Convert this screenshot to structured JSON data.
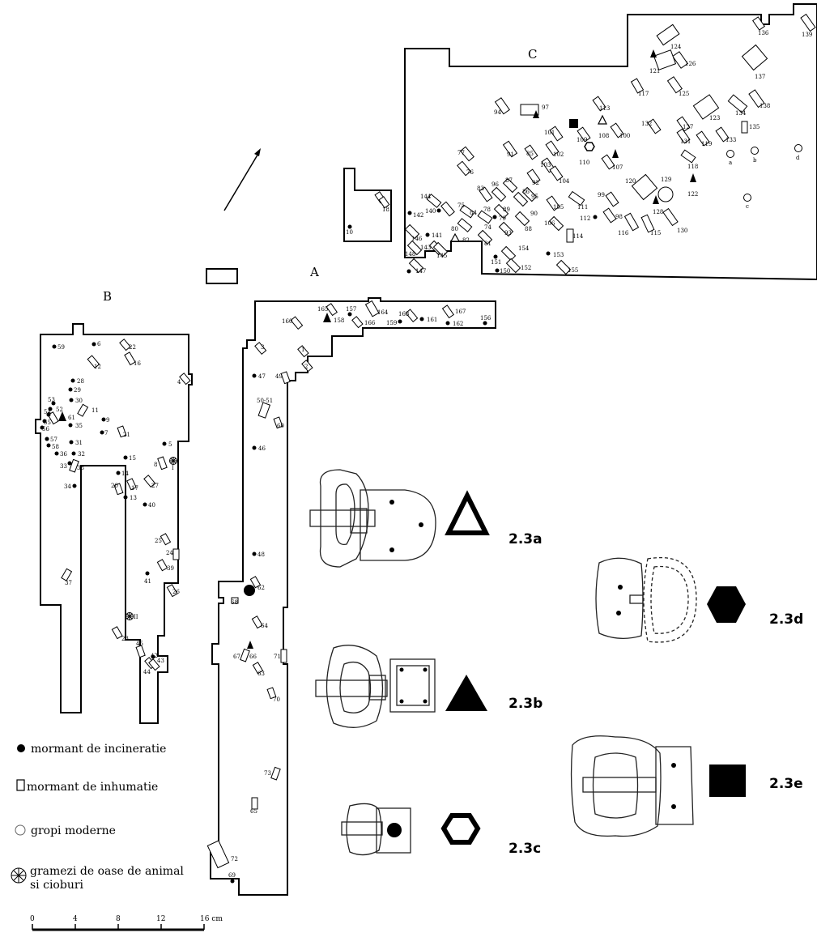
{
  "zones": {
    "a": "A",
    "b": "B",
    "c": "C"
  },
  "legend": {
    "cremation": "mormant de incineratie",
    "inhumation": "mormant de inhumatie",
    "modern_pits": "gropi moderne",
    "bone_heaps_l1": "gramezi de oase de animal",
    "bone_heaps_l2": "si cioburi"
  },
  "scale": {
    "ticks": [
      "0",
      "4",
      "8",
      "12",
      "16 cm"
    ]
  },
  "types": {
    "a": "2.3a",
    "b": "2.3b",
    "c": "2.3c",
    "d": "2.3d",
    "e": "2.3e"
  },
  "symbol_icons": {
    "2.3a": "hollow-triangle-icon",
    "2.3b": "solid-triangle-icon",
    "2.3c": "hollow-hexagon-icon",
    "2.3d": "solid-hexagon-icon",
    "2.3e": "solid-square-icon"
  },
  "c_numbers": [
    "136",
    "139",
    "124",
    "126",
    "121",
    "137",
    "117",
    "125",
    "134",
    "138",
    "94",
    "97",
    "113",
    "123",
    "132",
    "127",
    "135",
    "101",
    "109",
    "108",
    "100",
    "131",
    "119",
    "133",
    "102",
    "110",
    "107",
    "91",
    "85",
    "118",
    "77",
    "76",
    "103",
    "92",
    "104",
    "120",
    "129",
    "122",
    "87",
    "96",
    "83",
    "86",
    "95",
    "99",
    "111",
    "128",
    "144",
    "140",
    "75",
    "84",
    "78",
    "89",
    "79",
    "74",
    "90",
    "88",
    "105",
    "106",
    "98",
    "112",
    "116",
    "115",
    "130",
    "142",
    "146",
    "141",
    "80",
    "82",
    "81",
    "93",
    "114",
    "143",
    "145",
    "154",
    "148",
    "151",
    "153",
    "147",
    "150",
    "152",
    "155",
    "a",
    "b",
    "c",
    "d"
  ],
  "a_numbers": [
    "165",
    "157",
    "164",
    "163",
    "167",
    "160",
    "158",
    "166",
    "159",
    "161",
    "162",
    "156",
    "3",
    "1",
    "47",
    "49",
    "2",
    "50-51",
    "60",
    "46",
    "48",
    "62",
    "68",
    "64",
    "67",
    "66",
    "71",
    "63",
    "70",
    "73",
    "65",
    "72",
    "69"
  ],
  "b_numbers": [
    "59",
    "6",
    "22",
    "12",
    "16",
    "4",
    "28",
    "29",
    "30",
    "53",
    "54",
    "55",
    "56",
    "52",
    "61",
    "35",
    "11",
    "9",
    "7",
    "21",
    "57",
    "58",
    "31",
    "36",
    "32",
    "5",
    "15",
    "33",
    "38",
    "8",
    "I",
    "14",
    "20",
    "17",
    "27",
    "34",
    "13",
    "40",
    "25",
    "24",
    "41",
    "39",
    "26",
    "37",
    "II",
    "23",
    "45",
    "43",
    "42",
    "44"
  ],
  "other_numbers": [
    "18",
    "10"
  ]
}
